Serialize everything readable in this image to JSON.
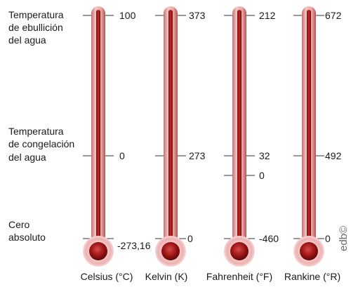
{
  "reference_labels": {
    "boiling": [
      "Temperatura",
      "de ebullición",
      "del agua"
    ],
    "freezing": [
      "Temperatura",
      "de congelación",
      "del agua"
    ],
    "absolute": [
      "Cero",
      "absoluto"
    ]
  },
  "thermometers": [
    {
      "id": "celsius",
      "scale_label": "Celsius (°C)",
      "boiling": "100",
      "freezing": "0",
      "absolute": "-273,16",
      "extra": null
    },
    {
      "id": "kelvin",
      "scale_label": "Kelvin (K)",
      "boiling": "373",
      "freezing": "273",
      "absolute": "0",
      "extra": null
    },
    {
      "id": "fahrenheit",
      "scale_label": "Fahrenheit (°F)",
      "boiling": "212",
      "freezing": "32",
      "absolute": "-460",
      "extra": "0"
    },
    {
      "id": "rankine",
      "scale_label": "Rankine (°R)",
      "boiling": "672",
      "freezing": "492",
      "absolute": "0",
      "extra": null
    }
  ],
  "credit": "edb©",
  "colors": {
    "tube_dark": "#8b1a1a",
    "tube_light": "#e8a5a5",
    "liquid": "#a01818",
    "bulb_glow": "#f2b8b8",
    "tick_line": "#333333"
  }
}
